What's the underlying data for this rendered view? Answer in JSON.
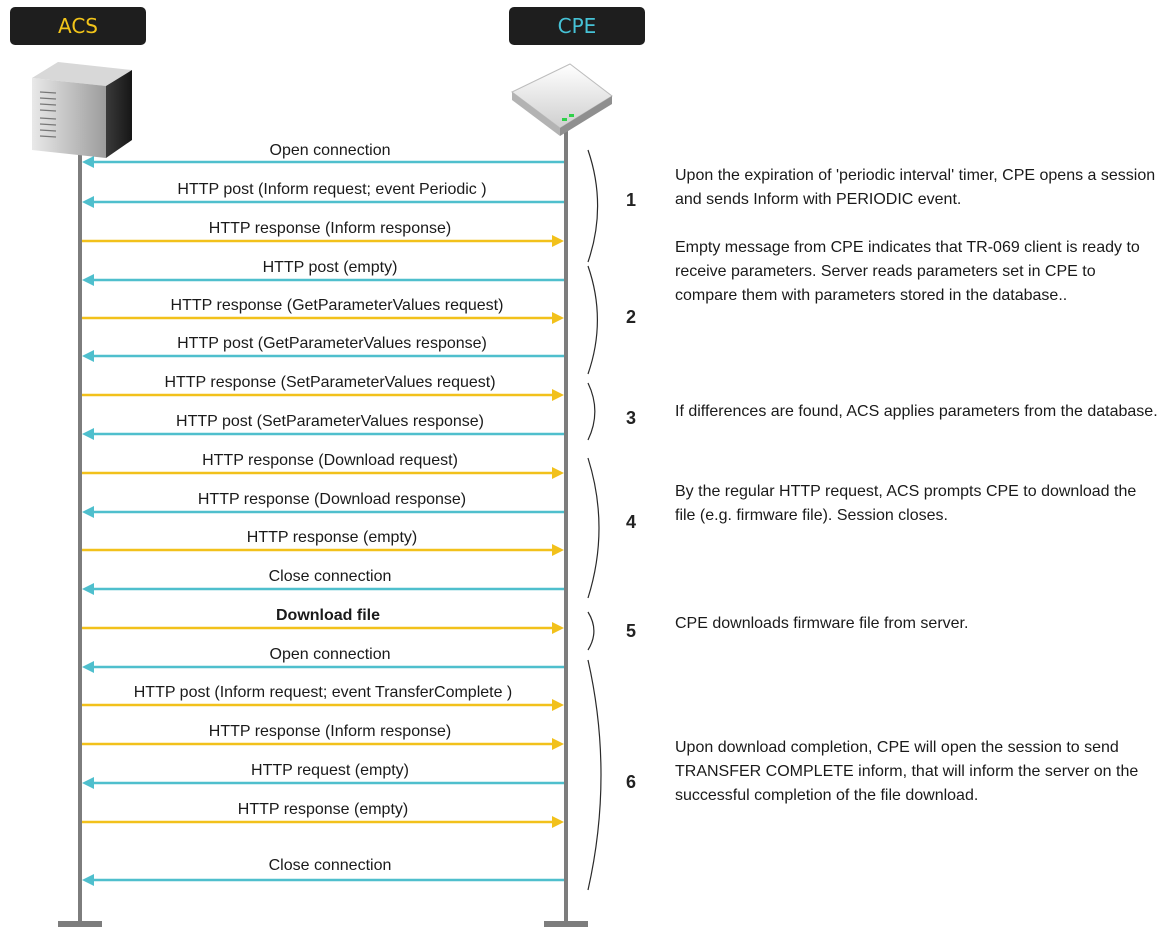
{
  "acs_label": "ACS",
  "cpe_label": "CPE",
  "colors": {
    "from_cpe": "#4fbfcd",
    "from_acs": "#f2c11b",
    "lifeline": "#7d7d7d"
  },
  "messages": [
    {
      "text": "Open connection",
      "dir": "to_acs"
    },
    {
      "text": "HTTP post (Inform request; event Periodic )",
      "dir": "to_acs"
    },
    {
      "text": "HTTP response  (Inform response)",
      "dir": "to_cpe"
    },
    {
      "text": "HTTP post (empty)",
      "dir": "to_acs"
    },
    {
      "text": "HTTP response  (GetParameterValues request)",
      "dir": "to_cpe"
    },
    {
      "text": "HTTP post (GetParameterValues response)",
      "dir": "to_acs"
    },
    {
      "text": "HTTP response  (SetParameterValues request)",
      "dir": "to_cpe"
    },
    {
      "text": "HTTP post (SetParameterValues response)",
      "dir": "to_acs"
    },
    {
      "text": "HTTP response (Download request)",
      "dir": "to_cpe"
    },
    {
      "text": "HTTP response (Download response)",
      "dir": "to_acs"
    },
    {
      "text": "HTTP response (empty)",
      "dir": "to_cpe"
    },
    {
      "text": "Close connection",
      "dir": "to_acs"
    },
    {
      "text": "Download file",
      "dir": "to_cpe",
      "bold": true
    },
    {
      "text": "Open connection",
      "dir": "to_acs"
    },
    {
      "text": "HTTP post (Inform request; event TransferComplete )",
      "dir": "to_cpe"
    },
    {
      "text": "HTTP response  (Inform response)",
      "dir": "to_cpe"
    },
    {
      "text": "HTTP request (empty)",
      "dir": "to_acs"
    },
    {
      "text": "HTTP response (empty)",
      "dir": "to_cpe"
    },
    {
      "text": "Close connection",
      "dir": "to_acs"
    }
  ],
  "steps": [
    {
      "number": "1",
      "description": "Upon the expiration of 'periodic interval' timer, CPE opens a session and sends Inform with PERIODIC event."
    },
    {
      "number": "2",
      "description": "Empty message from CPE indicates that TR-069 client is ready to receive parameters. Server reads parameters set in CPE to compare them with parameters stored in the database.."
    },
    {
      "number": "3",
      "description": "If differences are found, ACS applies parameters from the database."
    },
    {
      "number": "4",
      "description": "By the regular HTTP request, ACS prompts CPE to download the file (e.g. firmware file). Session closes."
    },
    {
      "number": "5",
      "description": "CPE downloads firmware file from server."
    },
    {
      "number": "6",
      "description": "Upon download completion, CPE will open the session to send TRANSFER COMPLETE inform, that will inform the server on the successful completion of the file download."
    }
  ]
}
